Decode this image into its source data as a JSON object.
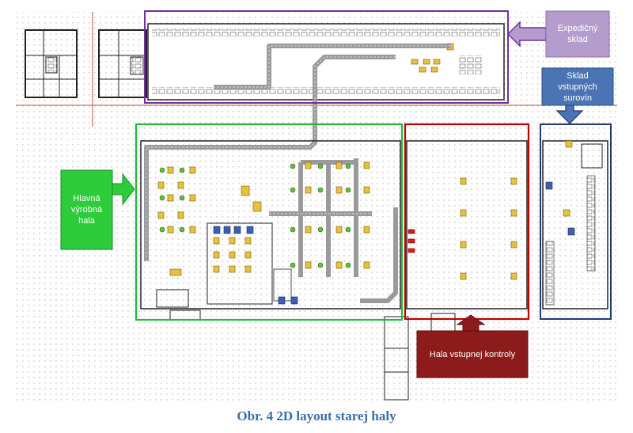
{
  "labels": {
    "expedicny": "Expedičný\nsklad",
    "sklad_vstupnych": "Sklad\nvstupných\nsurovín",
    "hlavna": "Hlavná\nvýrobná\nhala",
    "vstupnej_kontroly": "Hala vstupnej  kontroly"
  },
  "caption": "Obr. 4 2D layout starej haly",
  "colors": {
    "purple": "#7030a0",
    "lavender": "#b49ccc",
    "blue": "#4a74b4",
    "navy": "#1f3b70",
    "green": "#22bb3a",
    "red_border": "#c00000",
    "dark_red": "#8e1b1b",
    "conveyor": "#9a9a9a",
    "machine_yellow": "#e8c23a",
    "machine_green": "#5fbf3a",
    "machine_blue": "#3c5fb0"
  },
  "icons": {
    "purple_arrow": "arrow-left-icon",
    "blue_arrow": "arrow-down-icon",
    "green_arrow": "arrow-right-icon",
    "red_arrow": "arrow-up-icon"
  }
}
